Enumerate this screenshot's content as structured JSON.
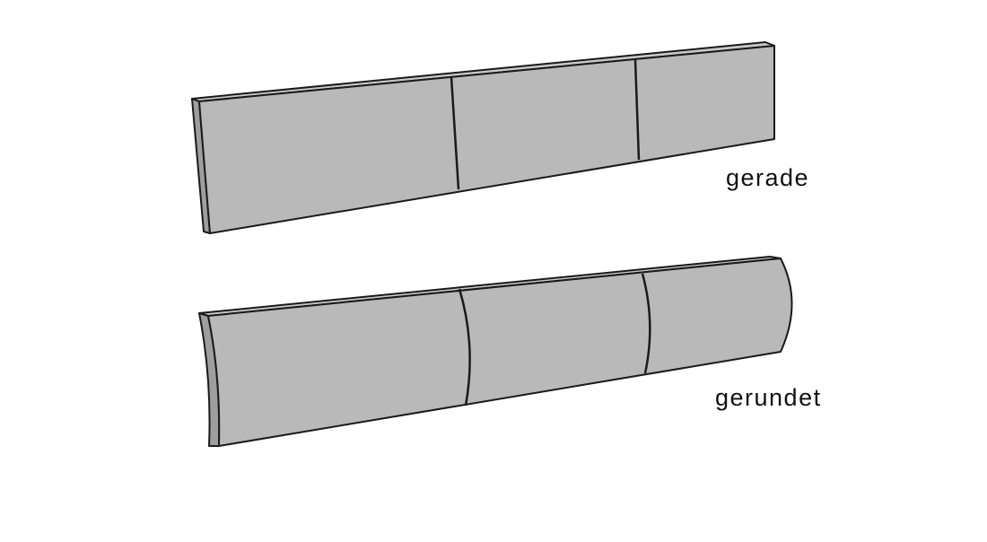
{
  "panels": [
    {
      "id": "straight",
      "label": "gerade",
      "segments": 3
    },
    {
      "id": "rounded",
      "label": "gerundet",
      "segments": 3
    }
  ],
  "colors": {
    "face": "#b9b9b9",
    "edge_top": "#c9c9c9",
    "edge_side": "#9e9e9e",
    "outline": "#1a1a1a"
  }
}
